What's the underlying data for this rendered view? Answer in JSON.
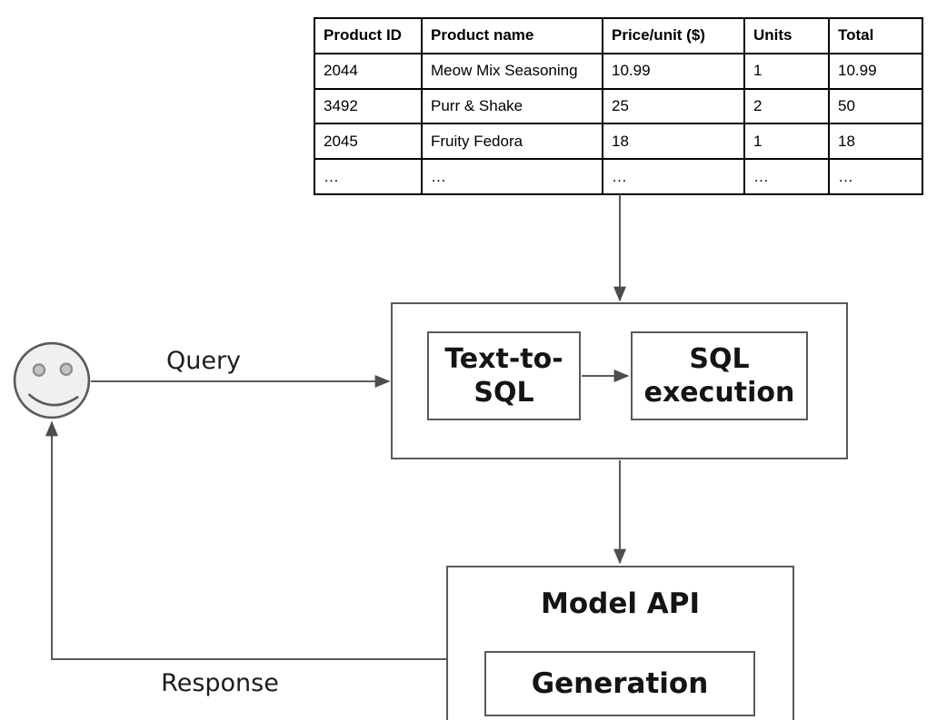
{
  "products_table": {
    "columns": [
      "Product ID",
      "Product name",
      "Price/unit ($)",
      "Units",
      "Total"
    ],
    "rows": [
      [
        "2044",
        "Meow Mix Seasoning",
        "10.99",
        "1",
        "10.99"
      ],
      [
        "3492",
        "Purr & Shake",
        "25",
        "2",
        "50"
      ],
      [
        "2045",
        "Fruity Fedora",
        "18",
        "1",
        "18"
      ],
      [
        "…",
        "…",
        "…",
        "…",
        "…"
      ]
    ]
  },
  "flow": {
    "query_label": "Query",
    "response_label": "Response",
    "pipeline": {
      "text_to_sql_label": "Text-to-\nSQL",
      "sql_execution_label": "SQL\nexecution"
    },
    "model_api": {
      "title": "Model API",
      "generation_label": "Generation"
    }
  },
  "icons": {
    "user": "smiley-face-icon"
  },
  "colors": {
    "diagram_line": "#5a5a5a",
    "arrowhead": "#4d4d4d",
    "table_border": "#000000",
    "face_fill": "#f0f0f0",
    "text": "#141414"
  }
}
